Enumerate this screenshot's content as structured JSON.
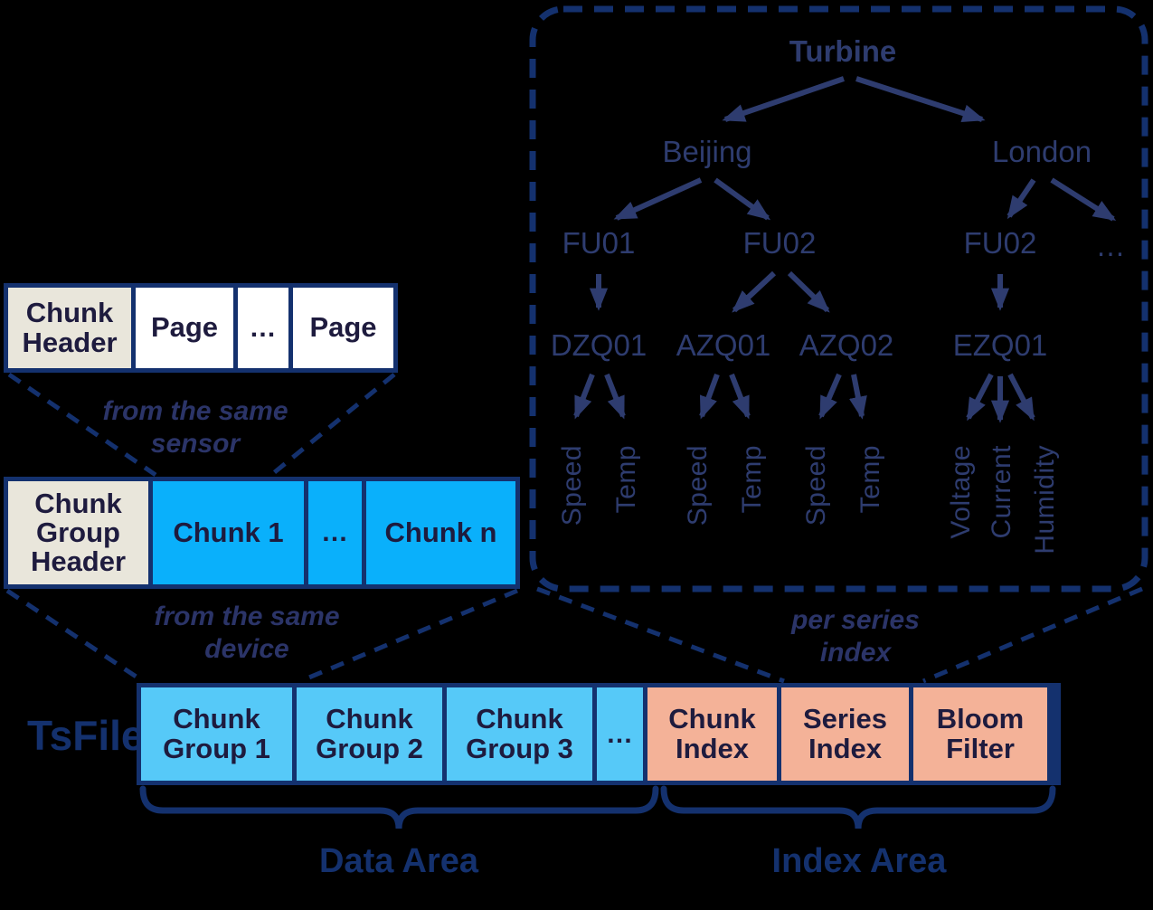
{
  "colors": {
    "background": "#000000",
    "box_border": "#14316E",
    "box_text": "#1E1B3E",
    "header_fill": "#E9E6DB",
    "page_fill": "#FFFFFF",
    "chunk_fill": "#0AB0FB",
    "chunk_group_fill": "#56C9F8",
    "index_fill": "#F4B298",
    "tree_ink": "#2E3C6F",
    "caption_ink": "#2B3468",
    "label_ink": "#14316E"
  },
  "chunk_detail_row": {
    "cells": [
      "Chunk Header",
      "Page",
      "…",
      "Page"
    ],
    "caption_line1": "from the same",
    "caption_line2": "sensor"
  },
  "chunk_group_detail_row": {
    "cells": [
      "Chunk Group Header",
      "Chunk 1",
      "…",
      "Chunk n"
    ],
    "caption_line1": "from the same",
    "caption_line2": "device"
  },
  "tsfile_row": {
    "file_label": "TsFile",
    "cells": [
      "Chunk Group 1",
      "Chunk Group 2",
      "Chunk Group 3",
      "…",
      "Chunk Index",
      "Series Index",
      "Bloom Filter"
    ]
  },
  "areas": {
    "data_area": "Data Area",
    "index_area": "Index Area"
  },
  "tree": {
    "caption_line1": "per series",
    "caption_line2": "index",
    "root": "Turbine",
    "cities": [
      "Beijing",
      "London"
    ],
    "devices": [
      "FU01",
      "FU02",
      "FU02",
      "…"
    ],
    "subdevices": [
      "DZQ01",
      "AZQ01",
      "AZQ02",
      "EZQ01"
    ],
    "sensors": [
      "Speed",
      "Temp",
      "Speed",
      "Temp",
      "Speed",
      "Temp",
      "Voltage",
      "Current",
      "Humidity"
    ]
  }
}
